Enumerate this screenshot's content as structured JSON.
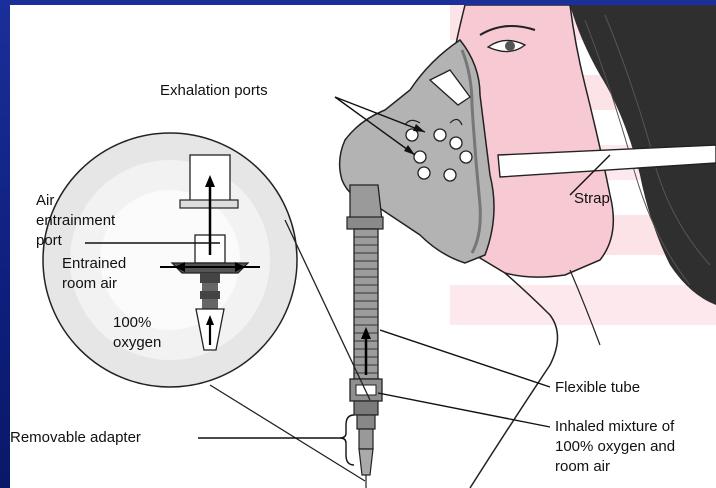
{
  "labels": {
    "exhalation_ports": "Exhalation ports",
    "strap": "Strap",
    "air_entrainment_line1": "Air",
    "air_entrainment_line2": "entrainment",
    "air_entrainment_line3": "port",
    "entrained_line1": "Entrained",
    "entrained_line2": "room air",
    "oxygen_line1": "100%",
    "oxygen_line2": "oxygen",
    "flexible_tube": "Flexible tube",
    "removable_adapter": "Removable adapter",
    "inhaled_line1": "Inhaled mixture of",
    "inhaled_line2": "100% oxygen and",
    "inhaled_line3": "room air"
  },
  "colors": {
    "frame_blue": "#0d1f7d",
    "skin_pink": "#f7c9d2",
    "mask_gray": "#a9a9a9",
    "hair": "#2a2a2a"
  }
}
